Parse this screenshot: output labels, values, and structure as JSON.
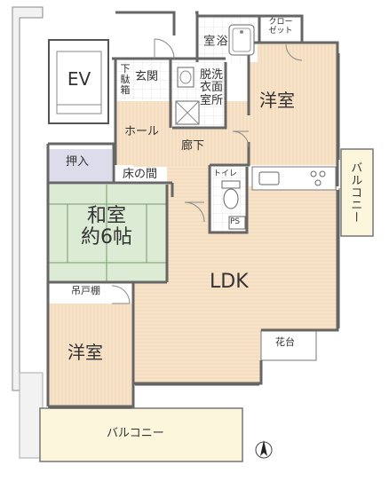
{
  "rooms": {
    "ev": "EV",
    "bath": "浴\n室",
    "closet": "クロー\nゼット",
    "genkan": "玄関",
    "shoe": "下\n駄\n箱",
    "dressing": "脱洗\n衣面\n室所",
    "western_bed": "洋室",
    "hall": "ホール",
    "corridor": "廊下",
    "oshiire": "押入",
    "tokonoma": "床の間",
    "toilet": "トイレ",
    "ps": "PS",
    "washitsu": "和室\n約6帖",
    "ldk": "LDK",
    "todana": "吊戸棚",
    "western_bottom": "洋室",
    "kadai": "花台",
    "balcony_side": "バルコニー",
    "balcony_bottom": "バルコニー"
  },
  "icons": [
    "north-arrow-icon",
    "bathtub-icon",
    "toilet-icon",
    "sink-icon",
    "stove-icon",
    "door-swing-icon"
  ],
  "colors": {
    "floor_wood": "#f7e3c9",
    "tatami": "#dcebd4",
    "tile": "#ffffff",
    "wall": "#666666",
    "balcony": "#fbf6dc"
  }
}
